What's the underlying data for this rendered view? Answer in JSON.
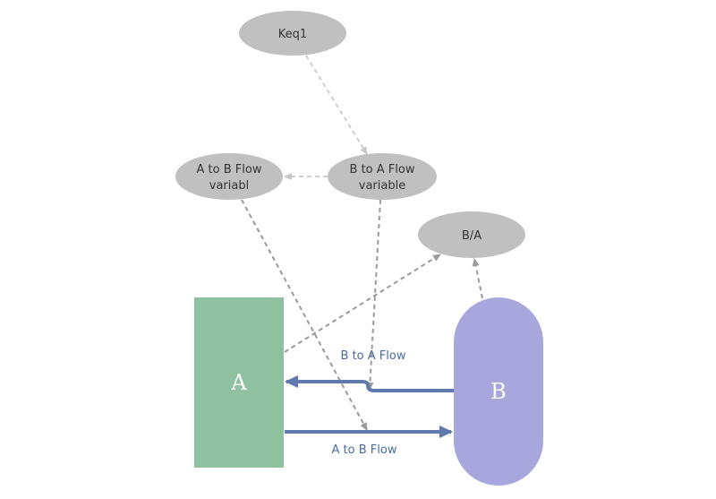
{
  "diagram": {
    "variables": {
      "keq1": {
        "label": "Keq1"
      },
      "b_to_a_var": {
        "line1": "B to A Flow",
        "line2": "variable"
      },
      "a_to_b_var": {
        "line1": "A to B Flow",
        "line2": "variabl"
      },
      "ba": {
        "label": "B/A"
      }
    },
    "stocks": {
      "a": {
        "label": "A"
      },
      "b": {
        "label": "B"
      }
    },
    "flows": {
      "b_to_a": {
        "label": "B to A Flow"
      },
      "a_to_b": {
        "label": "A to B Flow"
      }
    },
    "colors": {
      "variable_fill": "#c0c0c0",
      "stock_a": "#8fc1a0",
      "stock_b": "#a7a7de",
      "flow_arrow": "#6079ad",
      "dependency_arrow": "#aaaaaa",
      "dependency_arrow_light": "#cfcfcf"
    }
  }
}
